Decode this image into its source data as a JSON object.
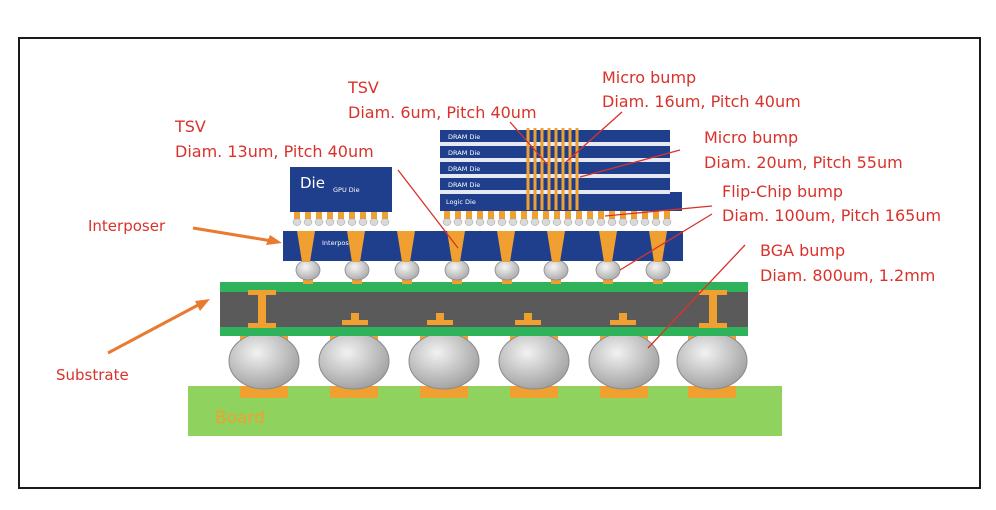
{
  "labels": {
    "tsv_left_title": "TSV",
    "tsv_left_spec": "Diam. 13um, Pitch 40um",
    "tsv_mid_title": "TSV",
    "tsv_mid_spec": "Diam. 6um, Pitch 40um",
    "micro_bump_top_title": "Micro bump",
    "micro_bump_top_spec": "Diam. 16um, Pitch 40um",
    "micro_bump_2_title": "Micro bump",
    "micro_bump_2_spec": "Diam. 20um, Pitch 55um",
    "flip_chip_title": "Flip-Chip bump",
    "flip_chip_spec": "Diam. 100um, Pitch 165um",
    "bga_title": "BGA bump",
    "bga_spec": "Diam. 800um, 1.2mm",
    "interposer": "Interposer",
    "substrate": "Substrate"
  },
  "diagram": {
    "die_label": "Die",
    "die_sub": "GPU Die",
    "dram_labels": [
      "DRAM Die",
      "DRAM Die",
      "DRAM Die",
      "DRAM Die"
    ],
    "logic_label": "Logic Die",
    "interposer_inner": "Interposer",
    "board_label": "Board"
  },
  "colors": {
    "label_red": "#d9322b",
    "die_blue": "#1f3f8c",
    "bump_orange": "#f0a030",
    "substrate_dark": "#5a5a5a",
    "substrate_green": "#2fb35a",
    "board_green": "#8fd35e",
    "ball_gray": "#c8c8c8"
  }
}
